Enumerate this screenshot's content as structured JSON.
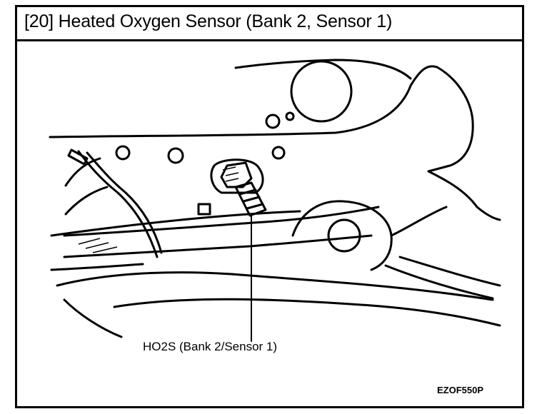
{
  "header": {
    "title": "[20] Heated Oxygen Sensor (Bank 2, Sensor 1)"
  },
  "diagram": {
    "callout_label": "HO2S (Bank 2/Sensor 1)",
    "figure_code": "EZOF550P",
    "line_color": "#000000",
    "background_color": "#ffffff"
  }
}
